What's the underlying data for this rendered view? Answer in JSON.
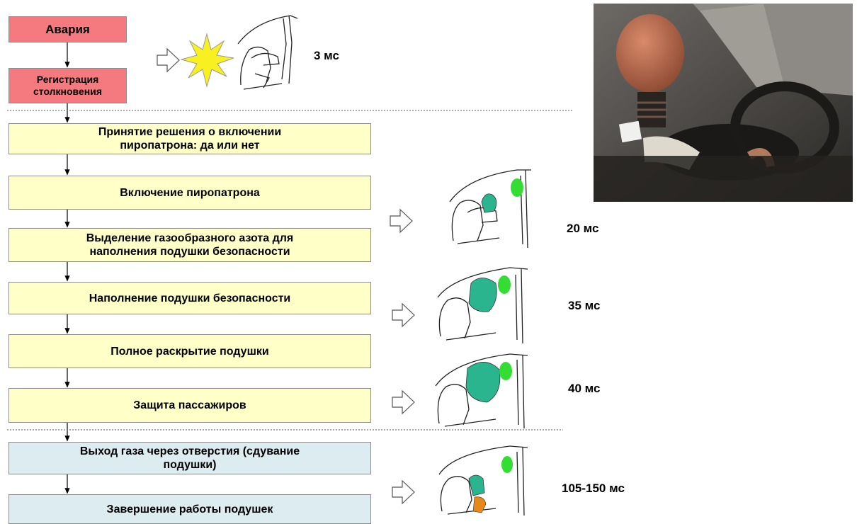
{
  "steps": [
    {
      "label": "Авария"
    },
    {
      "label": "Регистрация\nстолкновения"
    },
    {
      "label": "Принятие решения о включении\nпиропатрона: да или нет"
    },
    {
      "label": "Включение пиропатрона"
    },
    {
      "label": "Выделение газообразного азота для\nнаполнения подушки безопасности"
    },
    {
      "label": "Наполнение подушки безопасности"
    },
    {
      "label": "Полное раскрытие подушки"
    },
    {
      "label": "Защита пассажиров"
    },
    {
      "label": "Выход газа через отверстия (сдувание\nподушки)"
    },
    {
      "label": "Завершение работы подушек"
    }
  ],
  "timings": [
    "3 мс",
    "20 мс",
    "35 мс",
    "40 мс",
    "105-150 мс"
  ],
  "colors": {
    "stage1": "#f47a80",
    "stage2": "#ffffc8",
    "stage3": "#dcecf0",
    "airbag": "#2bb58f",
    "window_bag": "#33dd33",
    "deflated_bag": "#e58a1a"
  },
  "photo": {
    "subject": "crash-test dummy with deployed airbag"
  }
}
